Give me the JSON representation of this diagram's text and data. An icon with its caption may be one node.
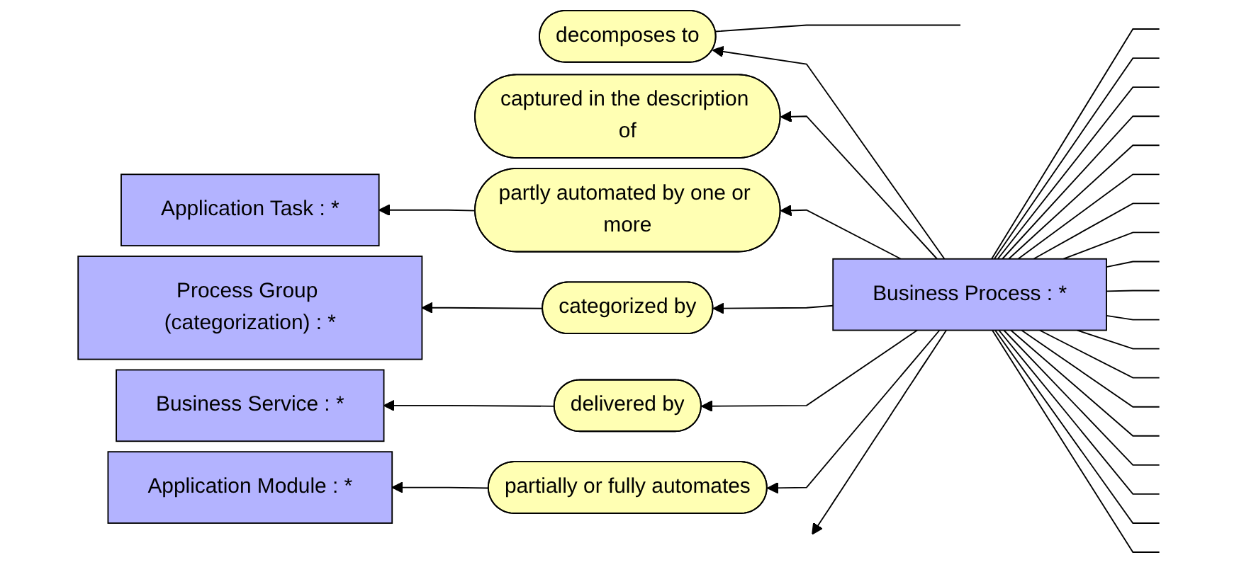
{
  "diagram": {
    "nodes": [
      {
        "text": [
          "Application Task : *"
        ]
      },
      {
        "text": [
          "decomposes to"
        ]
      },
      {
        "text": [
          "captured in the description of"
        ]
      },
      {
        "text": [
          "Process Group (categorization) : *"
        ]
      },
      {
        "text": [
          "partly automated by one or more"
        ]
      },
      {
        "text": [
          "categorized by"
        ]
      },
      {
        "text": [
          "Business Service : *"
        ]
      },
      {
        "text": [
          "delivered by"
        ]
      },
      {
        "text": [
          "Business Process : *"
        ]
      },
      {
        "text": [
          "partially or fully automates"
        ]
      },
      {
        "text": [
          "Application Module : *"
        ]
      }
    ],
    "edges": [
      {
        "from": 8,
        "to": 1,
        "arrow": "to"
      },
      {
        "from": 1,
        "to": null,
        "arrow": "none"
      },
      {
        "from": 8,
        "to": 2,
        "arrow": "to"
      },
      {
        "from": 8,
        "to": 4,
        "arrow": "to"
      },
      {
        "from": 4,
        "to": 0,
        "arrow": "to"
      },
      {
        "from": 8,
        "to": 5,
        "arrow": "to"
      },
      {
        "from": 5,
        "to": 3,
        "arrow": "to"
      },
      {
        "from": 8,
        "to": 7,
        "arrow": "to"
      },
      {
        "from": 7,
        "to": 6,
        "arrow": "to"
      },
      {
        "from": 8,
        "to": 9,
        "arrow": "to"
      },
      {
        "from": 9,
        "to": 10,
        "arrow": "to"
      },
      {
        "from": 8,
        "to": null,
        "arrow": "to"
      },
      {
        "from": 8,
        "to": null,
        "arrow": "none"
      },
      {
        "from": 8,
        "to": null,
        "arrow": "none"
      },
      {
        "from": 8,
        "to": null,
        "arrow": "none"
      },
      {
        "from": 8,
        "to": null,
        "arrow": "none"
      },
      {
        "from": 8,
        "to": null,
        "arrow": "none"
      },
      {
        "from": 8,
        "to": null,
        "arrow": "none"
      },
      {
        "from": 8,
        "to": null,
        "arrow": "none"
      },
      {
        "from": 8,
        "to": null,
        "arrow": "none"
      },
      {
        "from": 8,
        "to": null,
        "arrow": "none"
      },
      {
        "from": 8,
        "to": null,
        "arrow": "none"
      },
      {
        "from": 8,
        "to": null,
        "arrow": "none"
      },
      {
        "from": 8,
        "to": null,
        "arrow": "none"
      },
      {
        "from": 8,
        "to": null,
        "arrow": "none"
      },
      {
        "from": 8,
        "to": null,
        "arrow": "none"
      },
      {
        "from": 8,
        "to": null,
        "arrow": "none"
      },
      {
        "from": 8,
        "to": null,
        "arrow": "none"
      },
      {
        "from": 8,
        "to": null,
        "arrow": "none"
      },
      {
        "from": 8,
        "to": null,
        "arrow": "none"
      },
      {
        "from": 8,
        "to": null,
        "arrow": "none"
      }
    ]
  }
}
